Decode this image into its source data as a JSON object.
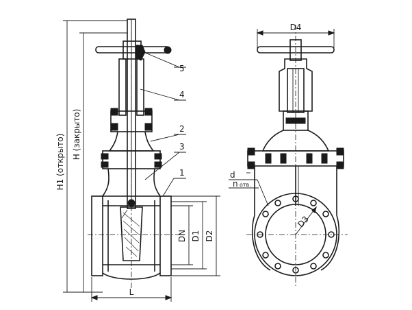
{
  "labels": {
    "h1": "H1 (открыто)",
    "h": "H (закрыто)",
    "l": "L",
    "dn": "DN",
    "d1": "D1",
    "d2": "D2",
    "d4": "D4",
    "d3": "D3",
    "d": "d",
    "n": "n",
    "n_sub": "отв.",
    "callouts": [
      "1",
      "2",
      "3",
      "4",
      "5"
    ]
  }
}
